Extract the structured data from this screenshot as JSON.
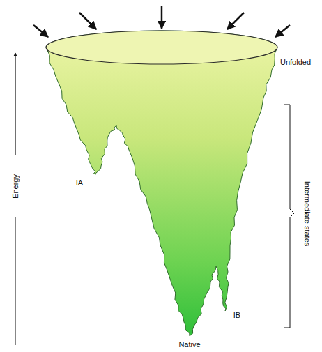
{
  "diagram": {
    "labels": [
      "Energy",
      "Unfolded",
      "Intermediate states",
      "IA",
      "IB",
      "Native"
    ]
  }
}
